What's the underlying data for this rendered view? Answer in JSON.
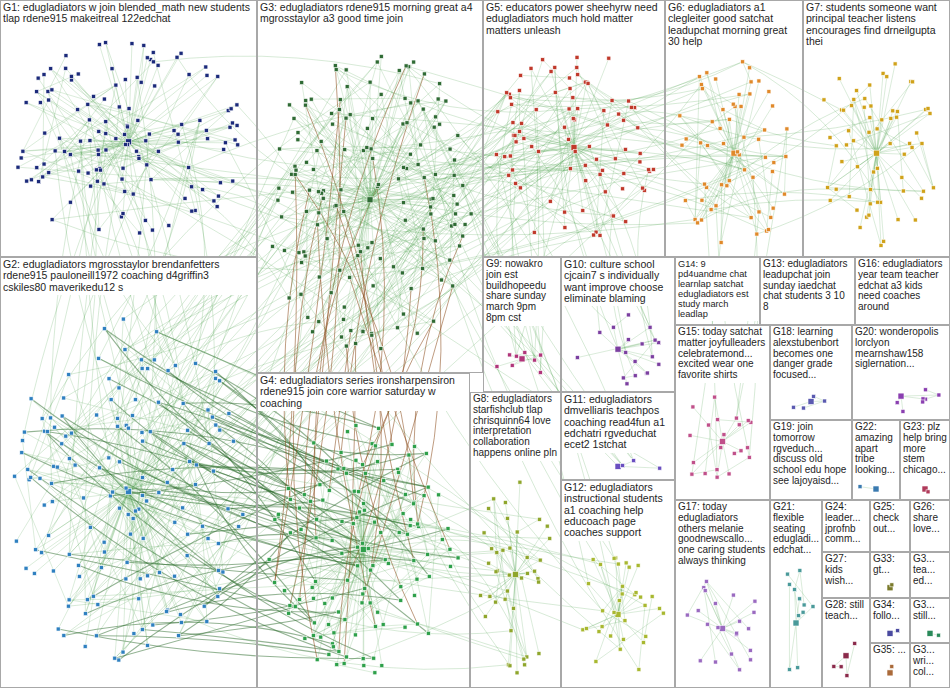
{
  "diagram": {
    "nodes": [
      {
        "text": [
          "G1: edugladiators w join blended_math new students tlap rdene915 makeitreal 122edchat"
        ]
      },
      {
        "text": [
          "G3: edugladiators rdene915 morning great a4 mgrosstaylor a3 good time join"
        ]
      },
      {
        "text": [
          "G5: educators power sheehyrw need edugladiators much hold matter matters unleash"
        ]
      },
      {
        "text": [
          "G6: edugladiators a1 clegleiter good satchat leadupchat morning great 30 help"
        ]
      },
      {
        "text": [
          "G7: students someone want principal teacher listens encourages find drneilgupta thei"
        ]
      },
      {
        "text": [
          "G2: edugladiators mgrosstaylor brendanfetters rdene915 pauloneill1972 coaching d4griffin3 cskiles80 maverikedu12 s"
        ]
      },
      {
        "text": [
          "G9: nowakro join est buildhopeedu share sunday march 9pm 8pm cst"
        ]
      },
      {
        "text": [
          "G10: culture school cjcain7 s individually want improve choose eliminate blaming"
        ]
      },
      {
        "text": [
          "G14: 9 pd4uandme chat learnlap satchat edugladiators est study march leadlap"
        ]
      },
      {
        "text": [
          "G13: edugladiators leadupchat join sunday iaedchat chat students 3 10 8"
        ]
      },
      {
        "text": [
          "G16: edugladiators year team teacher edchat a3 kids need coaches around"
        ]
      },
      {
        "text": [
          "G15: today satchat matter joyfulleaders celebratemond... excited wear one favorite shirts"
        ]
      },
      {
        "text": [
          "G18: learning alexstubenbort becomes one danger grade focused..."
        ]
      },
      {
        "text": [
          "G20: wonderopolis lorclyon mearnshaw158 siglernation..."
        ]
      },
      {
        "text": [
          "G4: edugladiators series ironsharpensiron rdene915 join core warrior saturday w coaching"
        ]
      },
      {
        "text": [
          "G8: edugladiators starfishclub tlap chrisquinn64 love interpretation collaboration happens online pln"
        ]
      },
      {
        "text": [
          "G11: edugladiators dmvelliaris teachpos coaching read4fun a1 edchatri rgveduchat ecet2 1stchat"
        ]
      },
      {
        "text": [
          "G19: join tomorrow rgveduch... discuss old school edu hope see lajoyaisd..."
        ]
      },
      {
        "text": [
          "G22: amazing apart tribe looking..."
        ]
      },
      {
        "text": [
          "G23: plz help bring more stem chicago..."
        ]
      },
      {
        "text": [
          "G12: edugladiators instructional students a1 coaching help educoach page coaches support"
        ]
      },
      {
        "text": [
          "G17: today edugladiators others melanie goodnewscallo... one caring students always thinking"
        ]
      },
      {
        "text": [
          "G21: flexible seating edugladi... edchat..."
        ]
      },
      {
        "text": [
          "G24: leader... jprofnb comm..."
        ]
      },
      {
        "text": [
          "G25: check out..."
        ]
      },
      {
        "text": [
          "G26: share love..."
        ]
      },
      {
        "text": [
          "G27: kids wish..."
        ]
      },
      {
        "text": [
          "G33: gt..."
        ]
      },
      {
        "text": [
          "G3... tea... ed..."
        ]
      },
      {
        "text": [
          "G28: still teach..."
        ]
      },
      {
        "text": [
          "G34: follo..."
        ]
      },
      {
        "text": [
          "G3... still..."
        ]
      },
      {
        "text": [
          "G35: ..."
        ]
      },
      {
        "text": [
          "G3... wri... col..."
        ]
      }
    ]
  }
}
